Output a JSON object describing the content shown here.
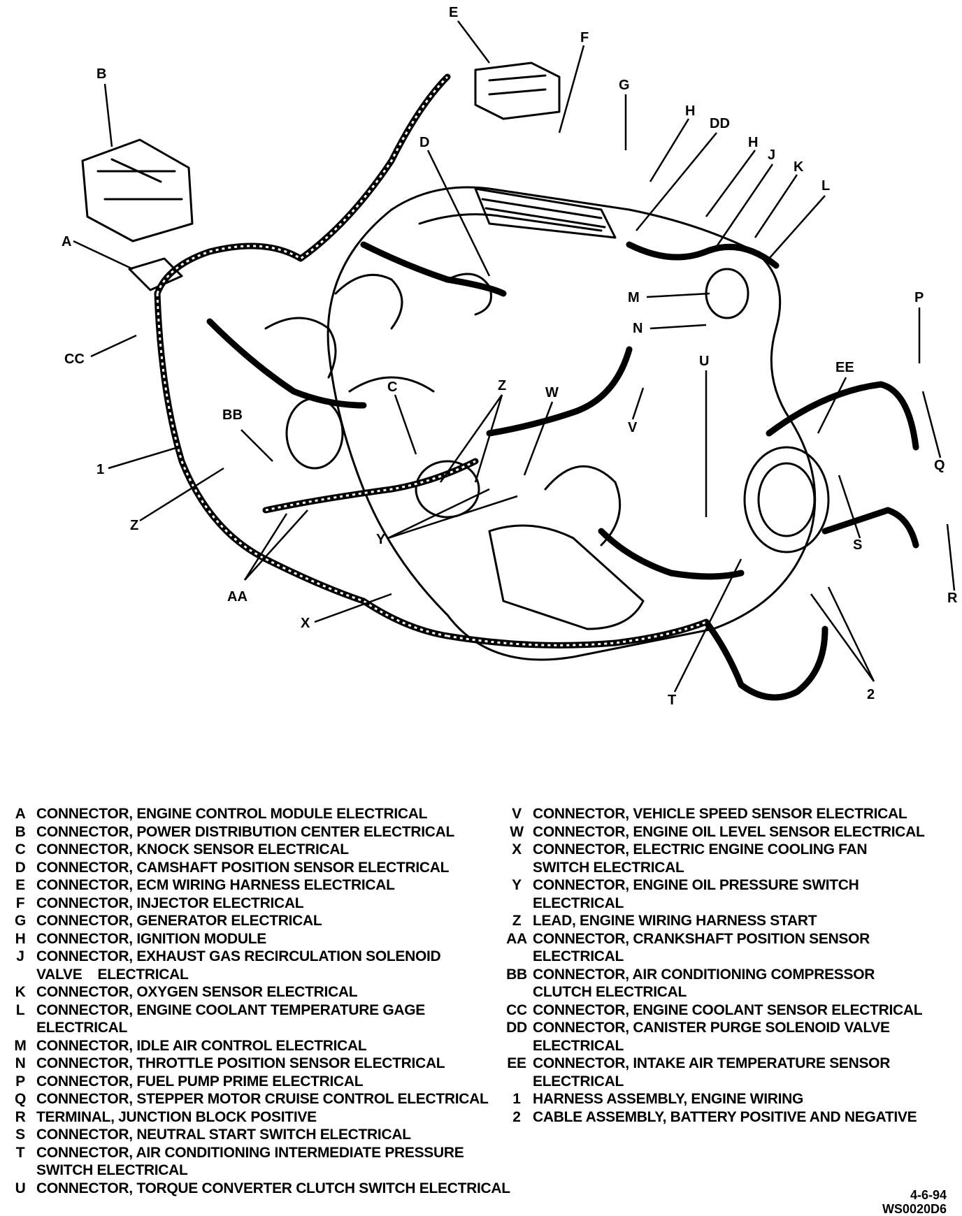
{
  "callouts": {
    "A": "A",
    "B": "B",
    "C": "C",
    "D": "D",
    "E": "E",
    "F": "F",
    "G": "G",
    "H1": "H",
    "H2": "H",
    "DD": "DD",
    "J": "J",
    "K": "K",
    "L": "L",
    "M": "M",
    "N": "N",
    "P": "P",
    "Q": "Q",
    "R": "R",
    "S": "S",
    "T": "T",
    "U": "U",
    "V": "V",
    "W": "W",
    "X": "X",
    "Y": "Y",
    "Z1": "Z",
    "Z2": "Z",
    "AA": "AA",
    "BB": "BB",
    "CC": "CC",
    "EE": "EE",
    "n1": "1",
    "n2": "2"
  },
  "legend_left": [
    {
      "code": "A",
      "text": "CONNECTOR, ENGINE CONTROL MODULE ELECTRICAL"
    },
    {
      "code": "B",
      "text": "CONNECTOR, POWER DISTRIBUTION CENTER ELECTRICAL"
    },
    {
      "code": "C",
      "text": "CONNECTOR, KNOCK SENSOR ELECTRICAL"
    },
    {
      "code": "D",
      "text": "CONNECTOR, CAMSHAFT POSITION SENSOR ELECTRICAL"
    },
    {
      "code": "E",
      "text": "CONNECTOR, ECM WIRING HARNESS ELECTRICAL"
    },
    {
      "code": "F",
      "text": "CONNECTOR, INJECTOR ELECTRICAL"
    },
    {
      "code": "G",
      "text": "CONNECTOR, GENERATOR ELECTRICAL"
    },
    {
      "code": "H",
      "text": "CONNECTOR, IGNITION MODULE"
    },
    {
      "code": "J",
      "text": "CONNECTOR, EXHAUST GAS RECIRCULATION SOLENOID\nVALVE    ELECTRICAL"
    },
    {
      "code": "K",
      "text": "CONNECTOR, OXYGEN SENSOR ELECTRICAL"
    },
    {
      "code": "L",
      "text": "CONNECTOR, ENGINE COOLANT TEMPERATURE GAGE\nELECTRICAL"
    },
    {
      "code": "M",
      "text": "CONNECTOR, IDLE AIR CONTROL ELECTRICAL"
    },
    {
      "code": "N",
      "text": "CONNECTOR, THROTTLE POSITION SENSOR ELECTRICAL"
    },
    {
      "code": "P",
      "text": "CONNECTOR, FUEL PUMP PRIME ELECTRICAL"
    },
    {
      "code": "Q",
      "text": "CONNECTOR, STEPPER MOTOR CRUISE CONTROL ELECTRICAL"
    },
    {
      "code": "R",
      "text": "TERMINAL, JUNCTION BLOCK POSITIVE"
    },
    {
      "code": "S",
      "text": "CONNECTOR, NEUTRAL START SWITCH ELECTRICAL"
    },
    {
      "code": "T",
      "text": "CONNECTOR, AIR CONDITIONING INTERMEDIATE PRESSURE\nSWITCH ELECTRICAL"
    },
    {
      "code": "U",
      "text": "CONNECTOR, TORQUE CONVERTER CLUTCH SWITCH ELECTRICAL"
    }
  ],
  "legend_right": [
    {
      "code": "V",
      "text": "CONNECTOR, VEHICLE SPEED SENSOR ELECTRICAL"
    },
    {
      "code": "W",
      "text": "CONNECTOR, ENGINE OIL LEVEL SENSOR ELECTRICAL"
    },
    {
      "code": "X",
      "text": "CONNECTOR, ELECTRIC ENGINE COOLING FAN\nSWITCH ELECTRICAL"
    },
    {
      "code": "Y",
      "text": "CONNECTOR, ENGINE OIL PRESSURE SWITCH\nELECTRICAL"
    },
    {
      "code": "Z",
      "text": "LEAD, ENGINE WIRING HARNESS START"
    },
    {
      "code": "AA",
      "text": "CONNECTOR, CRANKSHAFT POSITION SENSOR\nELECTRICAL"
    },
    {
      "code": "BB",
      "text": "CONNECTOR, AIR CONDITIONING COMPRESSOR\nCLUTCH ELECTRICAL"
    },
    {
      "code": "CC",
      "text": "CONNECTOR, ENGINE COOLANT SENSOR ELECTRICAL"
    },
    {
      "code": "DD",
      "text": "CONNECTOR, CANISTER PURGE SOLENOID VALVE\nELECTRICAL"
    },
    {
      "code": "EE",
      "text": "CONNECTOR, INTAKE AIR TEMPERATURE SENSOR\nELECTRICAL"
    },
    {
      "code": "1",
      "text": "HARNESS ASSEMBLY, ENGINE WIRING"
    },
    {
      "code": "2",
      "text": "CABLE ASSEMBLY, BATTERY POSITIVE AND NEGATIVE"
    }
  ],
  "footer": {
    "date": "4-6-94",
    "code": "WS0020D6"
  }
}
